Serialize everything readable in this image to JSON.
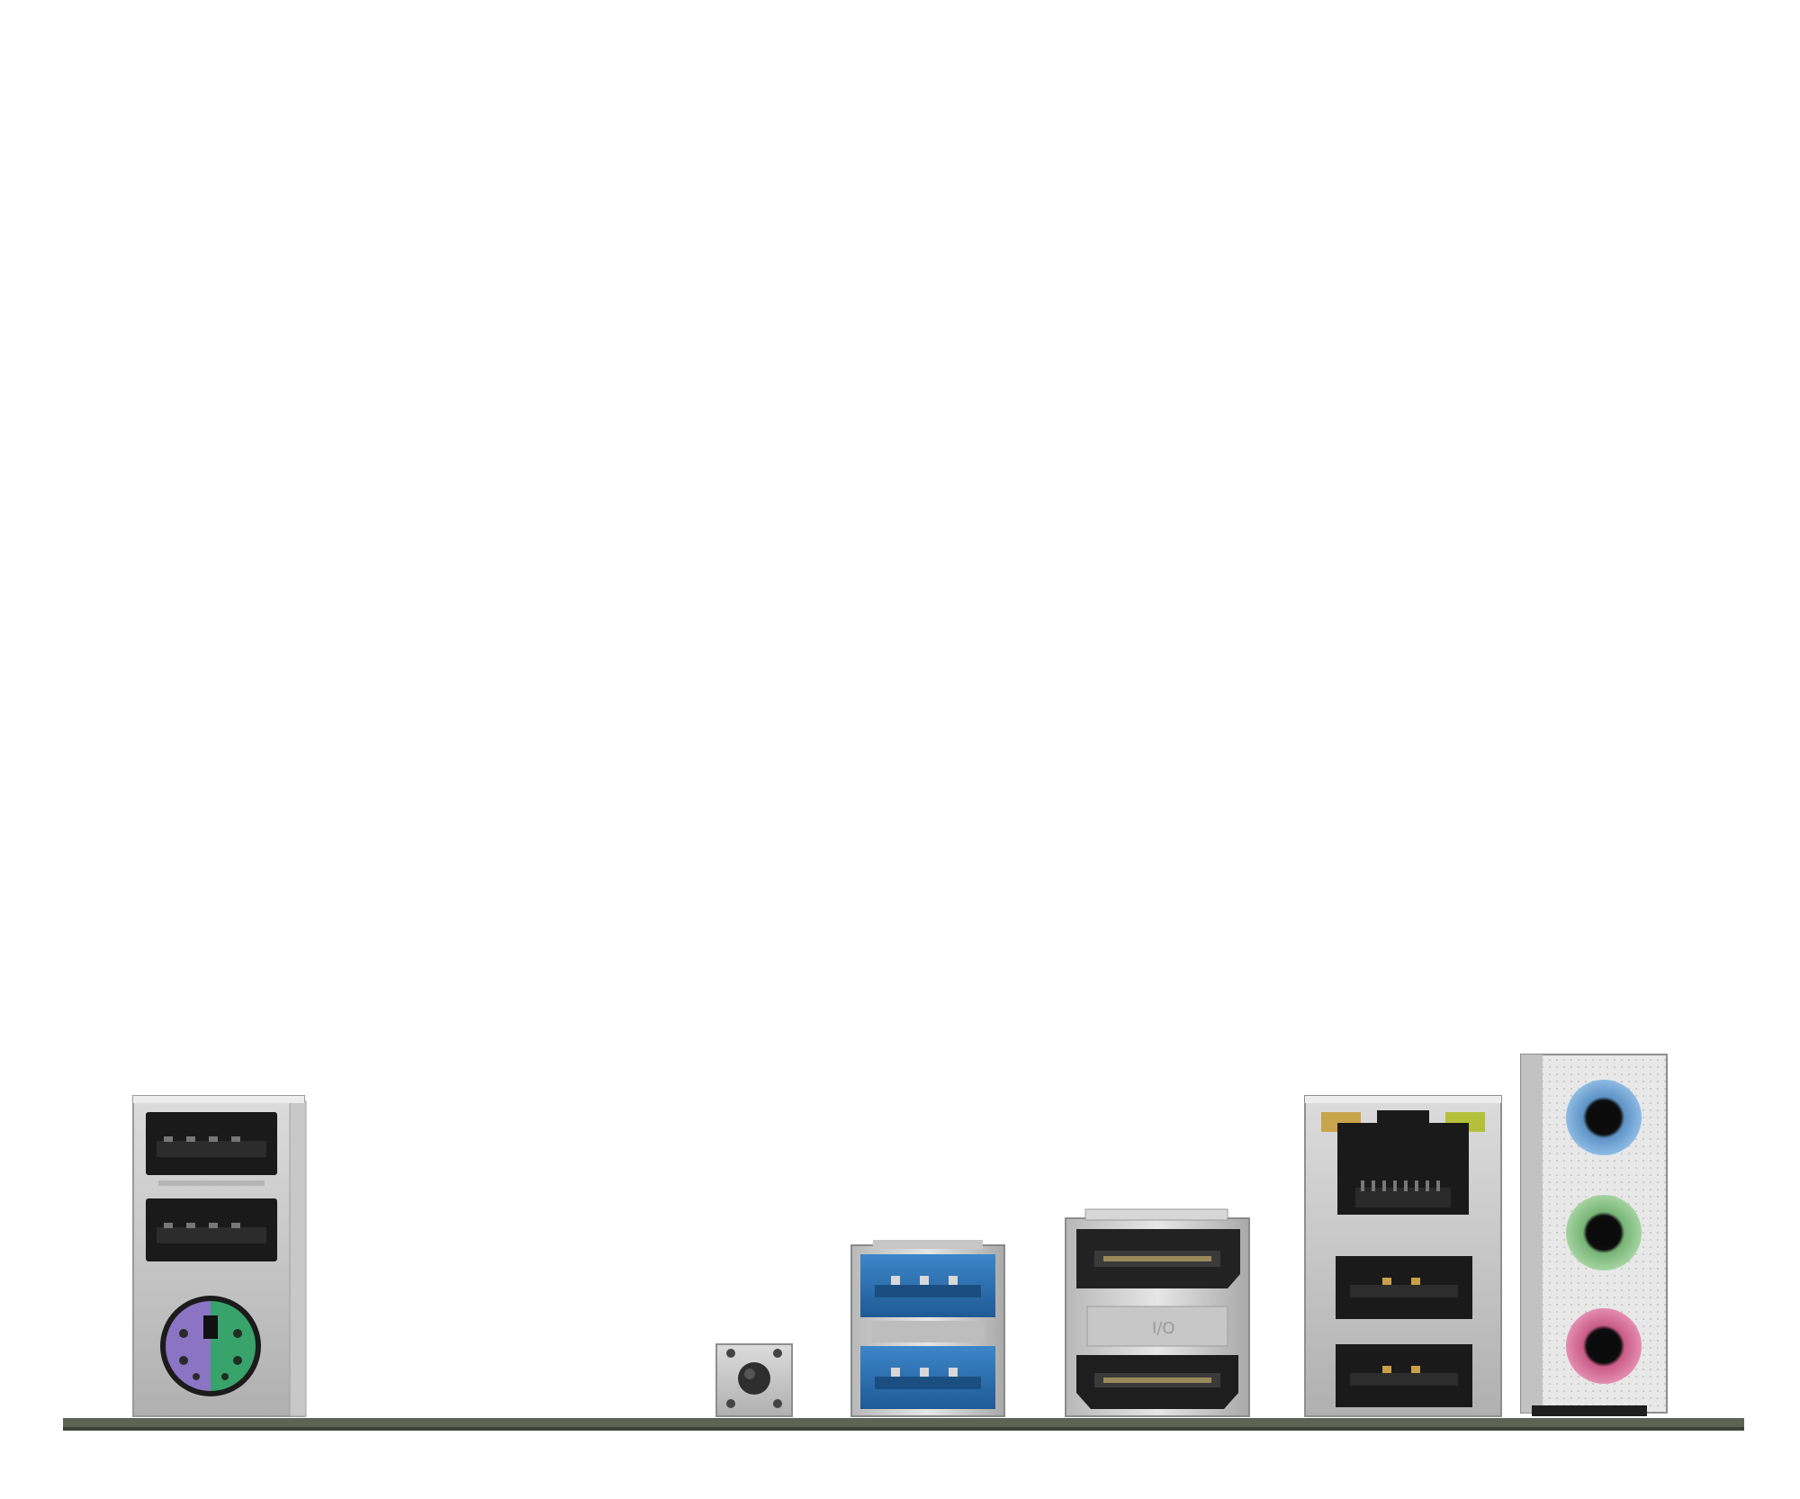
{
  "scene": {
    "description_visible_text": "",
    "port_label_hdmi_marking": "I/O",
    "colors": {
      "background": "#ffffff",
      "board": "#5f6353",
      "board_shadow": "#3f4237",
      "shield_metal": "#c9c9c9",
      "shield_light": "#e2e2e2",
      "shield_dark": "#8e8e8e",
      "usb2_black": "#1c1c1c",
      "usb3_blue": "#2f6fb0",
      "ps2_purple": "#8d74c6",
      "ps2_green": "#38a36a",
      "audio_blue": "#74a7d8",
      "audio_green": "#8cc48a",
      "audio_pink": "#d66f98",
      "led_green": "#b4c03a",
      "led_amber": "#c8a54a",
      "jack_black": "#101010"
    },
    "ports": [
      {
        "name": "usb2-stack-left",
        "type": "USB 2.0",
        "count": 2
      },
      {
        "name": "ps2-combo-port",
        "type": "PS/2"
      },
      {
        "name": "bios-flashback-button",
        "type": "Button"
      },
      {
        "name": "usb3-stack",
        "type": "USB 3.0",
        "count": 2
      },
      {
        "name": "displayport-hdmi-stack",
        "type": "DisplayPort + HDMI"
      },
      {
        "name": "lan-usb-stack",
        "type": "RJ45 + USB 2.0",
        "count": 2
      },
      {
        "name": "audio-jack-stack",
        "type": "3.5mm audio",
        "count": 3
      }
    ]
  }
}
